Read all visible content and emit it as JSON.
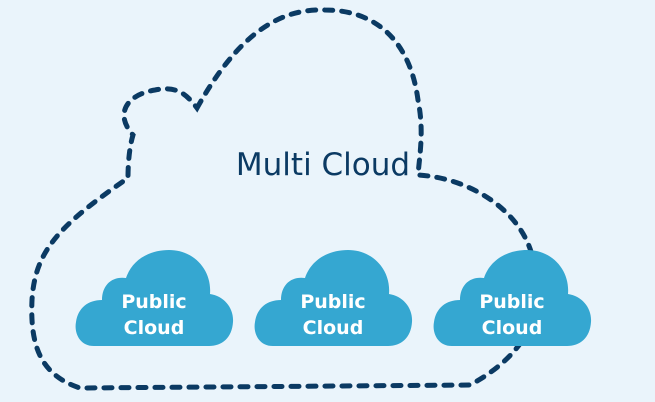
{
  "diagram": {
    "title": "Multi Cloud",
    "colors": {
      "background": "#eaf4fb",
      "outline": "#0b3a63",
      "cloud_fill": "#35a7d1",
      "cloud_text": "#ffffff"
    },
    "clouds": [
      {
        "line1": "Public",
        "line2": "Cloud"
      },
      {
        "line1": "Public",
        "line2": "Cloud"
      },
      {
        "line1": "Public",
        "line2": "Cloud"
      }
    ]
  }
}
